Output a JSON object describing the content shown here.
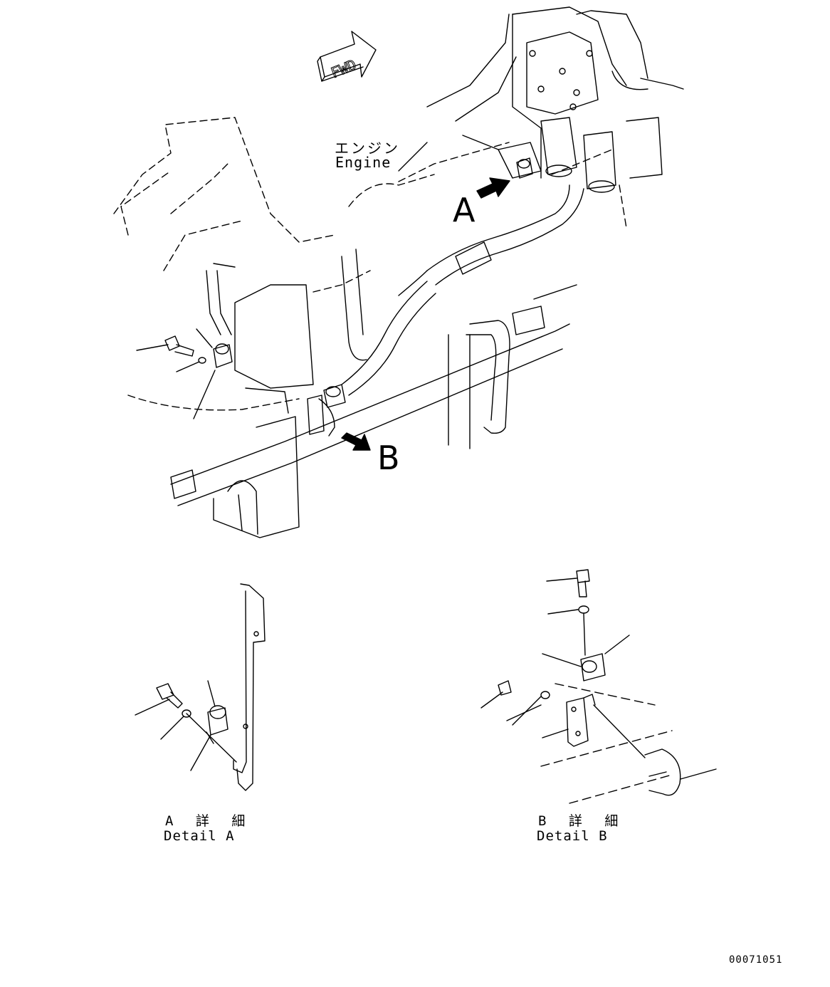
{
  "labels": {
    "fwd": "FWD",
    "engine_ja": "エンジン",
    "engine_en": "Engine",
    "callout_a": "A",
    "callout_b": "B",
    "detail_a_ja": "A 詳 細",
    "detail_a_en": "Detail A",
    "detail_b_ja": "B 詳 細",
    "detail_b_en": "Detail B",
    "part_number": "00071051"
  },
  "colors": {
    "line": "#000000",
    "background": "#ffffff"
  },
  "icons": {
    "direction": "fwd-arrow-icon",
    "callout": "filled-arrow-icon"
  }
}
